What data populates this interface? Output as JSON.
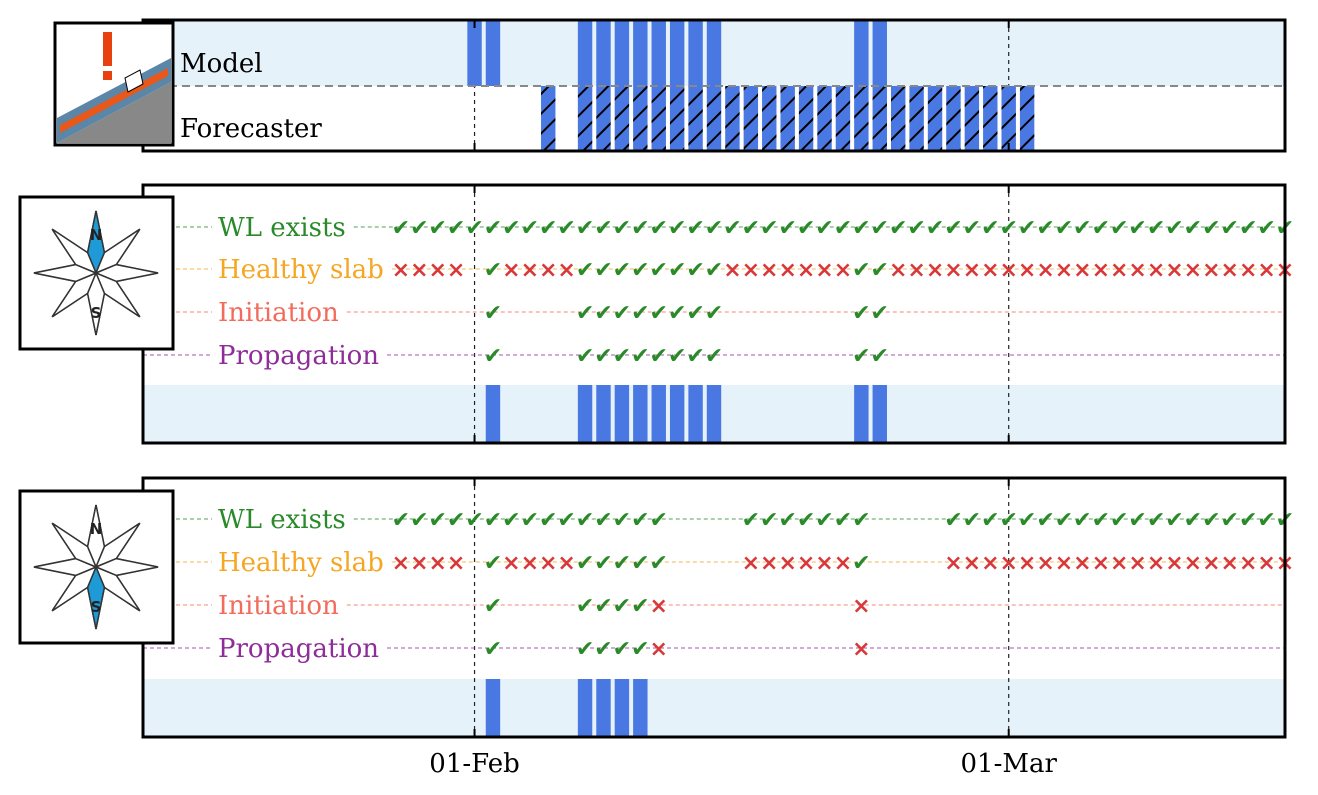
{
  "chart_data": [
    {
      "type": "bar",
      "panel": "model-vs-forecaster",
      "rows": [
        {
          "name": "Model",
          "style": "solid",
          "days": [
            "2024-02-01",
            "2024-02-02",
            "2024-02-07",
            "2024-02-08",
            "2024-02-09",
            "2024-02-10",
            "2024-02-11",
            "2024-02-12",
            "2024-02-13",
            "2024-02-14",
            "2024-02-22",
            "2024-02-23"
          ]
        },
        {
          "name": "Forecaster",
          "style": "hatched",
          "days": [
            "2024-02-05",
            "2024-02-07",
            "2024-02-08",
            "2024-02-09",
            "2024-02-10",
            "2024-02-11",
            "2024-02-12",
            "2024-02-13",
            "2024-02-14",
            "2024-02-15",
            "2024-02-16",
            "2024-02-17",
            "2024-02-18",
            "2024-02-19",
            "2024-02-20",
            "2024-02-21",
            "2024-02-22",
            "2024-02-23",
            "2024-02-24",
            "2024-02-25",
            "2024-02-26",
            "2024-02-27",
            "2024-02-28",
            "2024-02-29",
            "2024-03-01",
            "2024-03-02"
          ]
        }
      ],
      "xticks": [
        "01-Feb",
        "01-Mar"
      ],
      "xlim": [
        "2024-01-14",
        "2024-03-16"
      ],
      "colors": {
        "bar": "#4a78e2",
        "band": "#e6f2fa"
      }
    },
    {
      "type": "table",
      "panel": "north-aspect",
      "aspect_icon": "north-aspect-rose",
      "aspect_highlight": "N",
      "rows": [
        {
          "label": "WL exists",
          "color": "#2a8a2a",
          "days_yes": [
            "2024-01-28",
            "2024-01-29",
            "2024-01-30",
            "2024-01-31",
            "2024-02-01",
            "2024-02-02",
            "2024-02-03",
            "2024-02-04",
            "2024-02-05",
            "2024-02-06",
            "2024-02-07",
            "2024-02-08",
            "2024-02-09",
            "2024-02-10",
            "2024-02-11",
            "2024-02-12",
            "2024-02-13",
            "2024-02-14",
            "2024-02-15",
            "2024-02-16",
            "2024-02-17",
            "2024-02-18",
            "2024-02-19",
            "2024-02-20",
            "2024-02-21",
            "2024-02-22",
            "2024-02-23",
            "2024-02-24",
            "2024-02-25",
            "2024-02-26",
            "2024-02-27",
            "2024-02-28",
            "2024-02-29",
            "2024-03-01",
            "2024-03-02",
            "2024-03-03",
            "2024-03-04",
            "2024-03-05",
            "2024-03-06",
            "2024-03-07",
            "2024-03-08",
            "2024-03-09",
            "2024-03-10",
            "2024-03-11",
            "2024-03-12",
            "2024-03-13",
            "2024-03-14",
            "2024-03-15",
            "2024-03-16"
          ],
          "days_no": []
        },
        {
          "label": "Healthy slab",
          "color": "#f5a623",
          "days_yes": [
            "2024-02-02",
            "2024-02-07",
            "2024-02-08",
            "2024-02-09",
            "2024-02-10",
            "2024-02-11",
            "2024-02-12",
            "2024-02-13",
            "2024-02-14",
            "2024-02-22",
            "2024-02-23"
          ],
          "days_no": [
            "2024-01-28",
            "2024-01-29",
            "2024-01-30",
            "2024-01-31",
            "2024-02-03",
            "2024-02-04",
            "2024-02-05",
            "2024-02-06",
            "2024-02-15",
            "2024-02-16",
            "2024-02-17",
            "2024-02-18",
            "2024-02-19",
            "2024-02-20",
            "2024-02-21",
            "2024-02-24",
            "2024-02-25",
            "2024-02-26",
            "2024-02-27",
            "2024-02-28",
            "2024-02-29",
            "2024-03-01",
            "2024-03-02",
            "2024-03-03",
            "2024-03-04",
            "2024-03-05",
            "2024-03-06",
            "2024-03-07",
            "2024-03-08",
            "2024-03-09",
            "2024-03-10",
            "2024-03-11",
            "2024-03-12",
            "2024-03-13",
            "2024-03-14",
            "2024-03-15",
            "2024-03-16"
          ]
        },
        {
          "label": "Initiation",
          "color": "#f26b5b",
          "days_yes": [
            "2024-02-02",
            "2024-02-07",
            "2024-02-08",
            "2024-02-09",
            "2024-02-10",
            "2024-02-11",
            "2024-02-12",
            "2024-02-13",
            "2024-02-14",
            "2024-02-22",
            "2024-02-23"
          ],
          "days_no": []
        },
        {
          "label": "Propagation",
          "color": "#8e2c9a",
          "days_yes": [
            "2024-02-02",
            "2024-02-07",
            "2024-02-08",
            "2024-02-09",
            "2024-02-10",
            "2024-02-11",
            "2024-02-12",
            "2024-02-13",
            "2024-02-14",
            "2024-02-22",
            "2024-02-23"
          ],
          "days_no": []
        }
      ],
      "bars": [
        "2024-02-02",
        "2024-02-07",
        "2024-02-08",
        "2024-02-09",
        "2024-02-10",
        "2024-02-11",
        "2024-02-12",
        "2024-02-13",
        "2024-02-14",
        "2024-02-22",
        "2024-02-23"
      ],
      "xlim": [
        "2024-01-14",
        "2024-03-16"
      ]
    },
    {
      "type": "table",
      "panel": "south-aspect",
      "aspect_icon": "south-aspect-rose",
      "aspect_highlight": "S",
      "rows": [
        {
          "label": "WL exists",
          "color": "#2a8a2a",
          "days_yes": [
            "2024-01-28",
            "2024-01-29",
            "2024-01-30",
            "2024-01-31",
            "2024-02-01",
            "2024-02-02",
            "2024-02-03",
            "2024-02-04",
            "2024-02-05",
            "2024-02-06",
            "2024-02-07",
            "2024-02-08",
            "2024-02-09",
            "2024-02-10",
            "2024-02-11",
            "2024-02-16",
            "2024-02-17",
            "2024-02-18",
            "2024-02-19",
            "2024-02-20",
            "2024-02-21",
            "2024-02-22",
            "2024-02-27",
            "2024-02-28",
            "2024-02-29",
            "2024-03-01",
            "2024-03-02",
            "2024-03-03",
            "2024-03-04",
            "2024-03-05",
            "2024-03-06",
            "2024-03-07",
            "2024-03-08",
            "2024-03-09",
            "2024-03-10",
            "2024-03-11",
            "2024-03-12",
            "2024-03-13",
            "2024-03-14",
            "2024-03-15",
            "2024-03-16"
          ],
          "days_no": []
        },
        {
          "label": "Healthy slab",
          "color": "#f5a623",
          "days_yes": [
            "2024-02-02",
            "2024-02-07",
            "2024-02-08",
            "2024-02-09",
            "2024-02-10",
            "2024-02-11",
            "2024-02-22"
          ],
          "days_no": [
            "2024-01-28",
            "2024-01-29",
            "2024-01-30",
            "2024-01-31",
            "2024-02-03",
            "2024-02-04",
            "2024-02-05",
            "2024-02-06",
            "2024-02-16",
            "2024-02-17",
            "2024-02-18",
            "2024-02-19",
            "2024-02-20",
            "2024-02-21",
            "2024-02-27",
            "2024-02-28",
            "2024-02-29",
            "2024-03-01",
            "2024-03-02",
            "2024-03-03",
            "2024-03-04",
            "2024-03-05",
            "2024-03-06",
            "2024-03-07",
            "2024-03-08",
            "2024-03-09",
            "2024-03-10",
            "2024-03-11",
            "2024-03-12",
            "2024-03-13",
            "2024-03-14",
            "2024-03-15",
            "2024-03-16"
          ]
        },
        {
          "label": "Initiation",
          "color": "#f26b5b",
          "days_yes": [
            "2024-02-02",
            "2024-02-07",
            "2024-02-08",
            "2024-02-09",
            "2024-02-10"
          ],
          "days_no": [
            "2024-02-11",
            "2024-02-22"
          ]
        },
        {
          "label": "Propagation",
          "color": "#8e2c9a",
          "days_yes": [
            "2024-02-02",
            "2024-02-07",
            "2024-02-08",
            "2024-02-09",
            "2024-02-10"
          ],
          "days_no": [
            "2024-02-11",
            "2024-02-22"
          ]
        }
      ],
      "bars": [
        "2024-02-02",
        "2024-02-07",
        "2024-02-08",
        "2024-02-09",
        "2024-02-10"
      ],
      "xlim": [
        "2024-01-14",
        "2024-03-16"
      ]
    }
  ],
  "icons": [
    "avalanche-warning-icon",
    "north-aspect-rose-icon",
    "south-aspect-rose-icon"
  ]
}
